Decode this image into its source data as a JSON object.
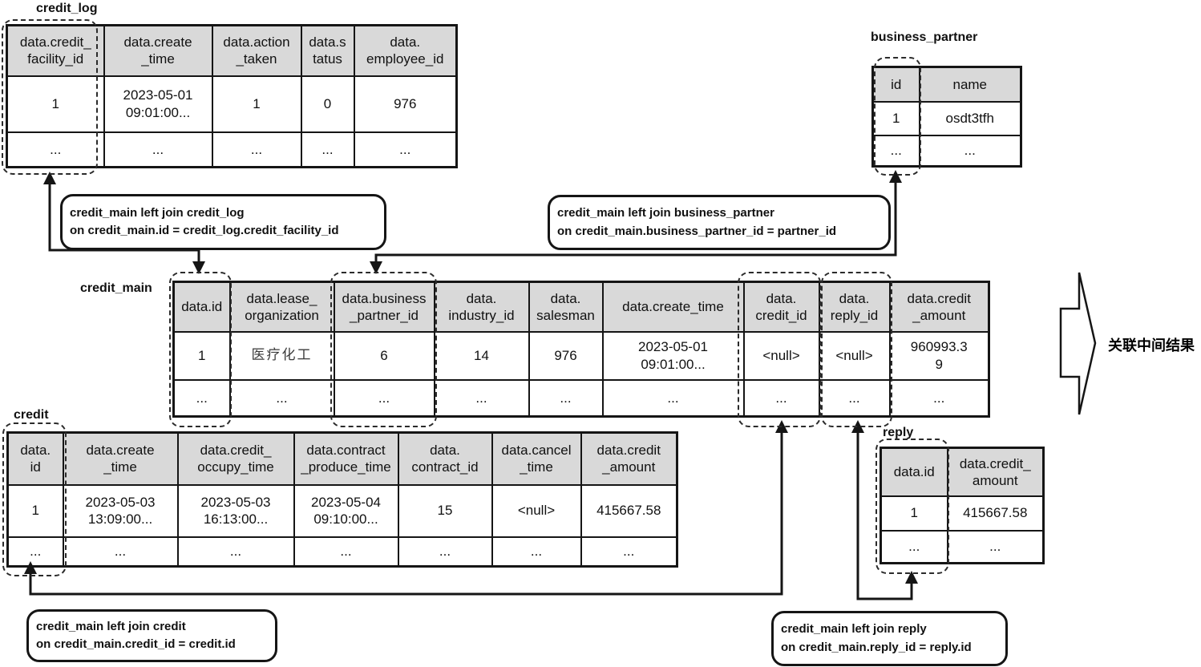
{
  "diagram": {
    "tables": {
      "credit_log": {
        "title": "credit_log",
        "headers": [
          "data.credit_\nfacility_id",
          "data.create\n_time",
          "data.action\n_taken",
          "data.s\ntatus",
          "data.\nemployee_id"
        ],
        "rows": [
          [
            "1",
            "2023-05-01\n09:01:00...",
            "1",
            "0",
            "976"
          ],
          [
            "...",
            "...",
            "...",
            "...",
            "..."
          ]
        ]
      },
      "business_partner": {
        "title": "business_partner",
        "headers": [
          "id",
          "name"
        ],
        "rows": [
          [
            "1",
            "osdt3tfh"
          ],
          [
            "...",
            "..."
          ]
        ]
      },
      "credit_main": {
        "title": "credit_main",
        "headers": [
          "data.id",
          "data.lease_\norganization",
          "data.business\n_partner_id",
          "data.\nindustry_id",
          "data.\nsalesman",
          "data.create_time",
          "data.\ncredit_id",
          "data.\nreply_id",
          "data.credit\n_amount"
        ],
        "rows": [
          [
            "1",
            "医疗化工",
            "6",
            "14",
            "976",
            "2023-05-01\n09:01:00...",
            "<null>",
            "<null>",
            "960993.3\n9"
          ],
          [
            "...",
            "...",
            "...",
            "...",
            "...",
            "...",
            "...",
            "...",
            "..."
          ]
        ]
      },
      "credit": {
        "title": "credit",
        "headers": [
          "data.\nid",
          "data.create\n_time",
          "data.credit_\noccupy_time",
          "data.contract\n_produce_time",
          "data.\ncontract_id",
          "data.cancel\n_time",
          "data.credit\n_amount"
        ],
        "rows": [
          [
            "1",
            "2023-05-03\n13:09:00...",
            "2023-05-03\n16:13:00...",
            "2023-05-04\n09:10:00...",
            "15",
            "<null>",
            "415667.58"
          ],
          [
            "...",
            "...",
            "...",
            "...",
            "...",
            "...",
            "..."
          ]
        ]
      },
      "reply": {
        "title": "reply",
        "headers": [
          "data.id",
          "data.credit_\namount"
        ],
        "rows": [
          [
            "1",
            "415667.58"
          ],
          [
            "...",
            "..."
          ]
        ]
      }
    },
    "join_boxes": {
      "credit_log_join": {
        "line1": "credit_main left join credit_log",
        "line2": "on credit_main.id = credit_log.credit_facility_id"
      },
      "business_partner_join": {
        "line1": "credit_main left join business_partner",
        "line2": "on credit_main.business_partner_id = partner_id"
      },
      "credit_join": {
        "line1": "credit_main left join credit",
        "line2": "on credit_main.credit_id = credit.id"
      },
      "reply_join": {
        "line1": "credit_main left join reply",
        "line2": "on credit_main.reply_id = reply.id"
      }
    },
    "result_label": "关联中间结果",
    "colors": {
      "header_fill": "#d9d9d9",
      "line": "#151515"
    }
  }
}
